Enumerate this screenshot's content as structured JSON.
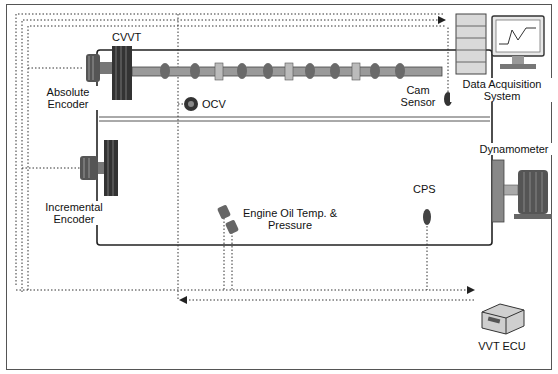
{
  "diagram": {
    "labels": [
      "CVVT",
      "Absolute Encoder",
      "OCV",
      "Cam Sensor",
      "Data Acquisition System",
      "Dynamometer",
      "CPS",
      "Incremental Encoder",
      "Engine Oil Temp. & Pressure",
      "VVT ECU"
    ]
  }
}
